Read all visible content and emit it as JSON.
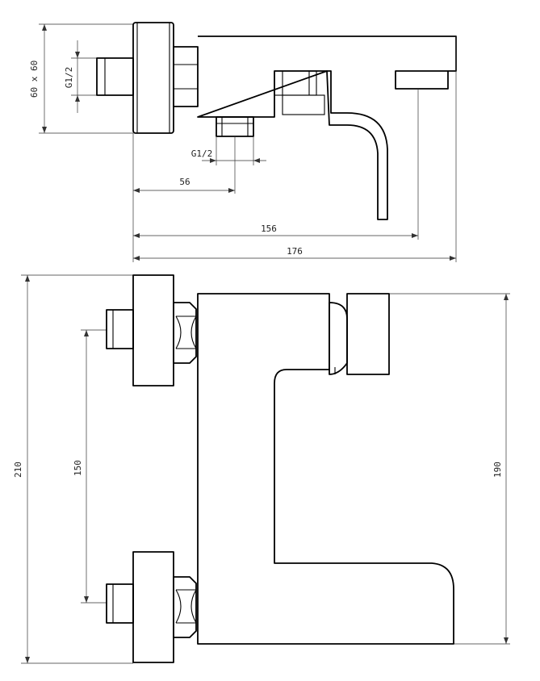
{
  "dimensions": {
    "flange_size": "60 x 60",
    "thread_wall": "G1/2",
    "thread_outlet": "G1/2",
    "outlet_offset": "56",
    "handle_reach": "156",
    "total_depth": "176",
    "total_width": "210",
    "spout_width": "190",
    "connection_spacing": "150"
  },
  "colors": {
    "line": "#000000",
    "dimension": "#333333",
    "background": "#ffffff"
  }
}
